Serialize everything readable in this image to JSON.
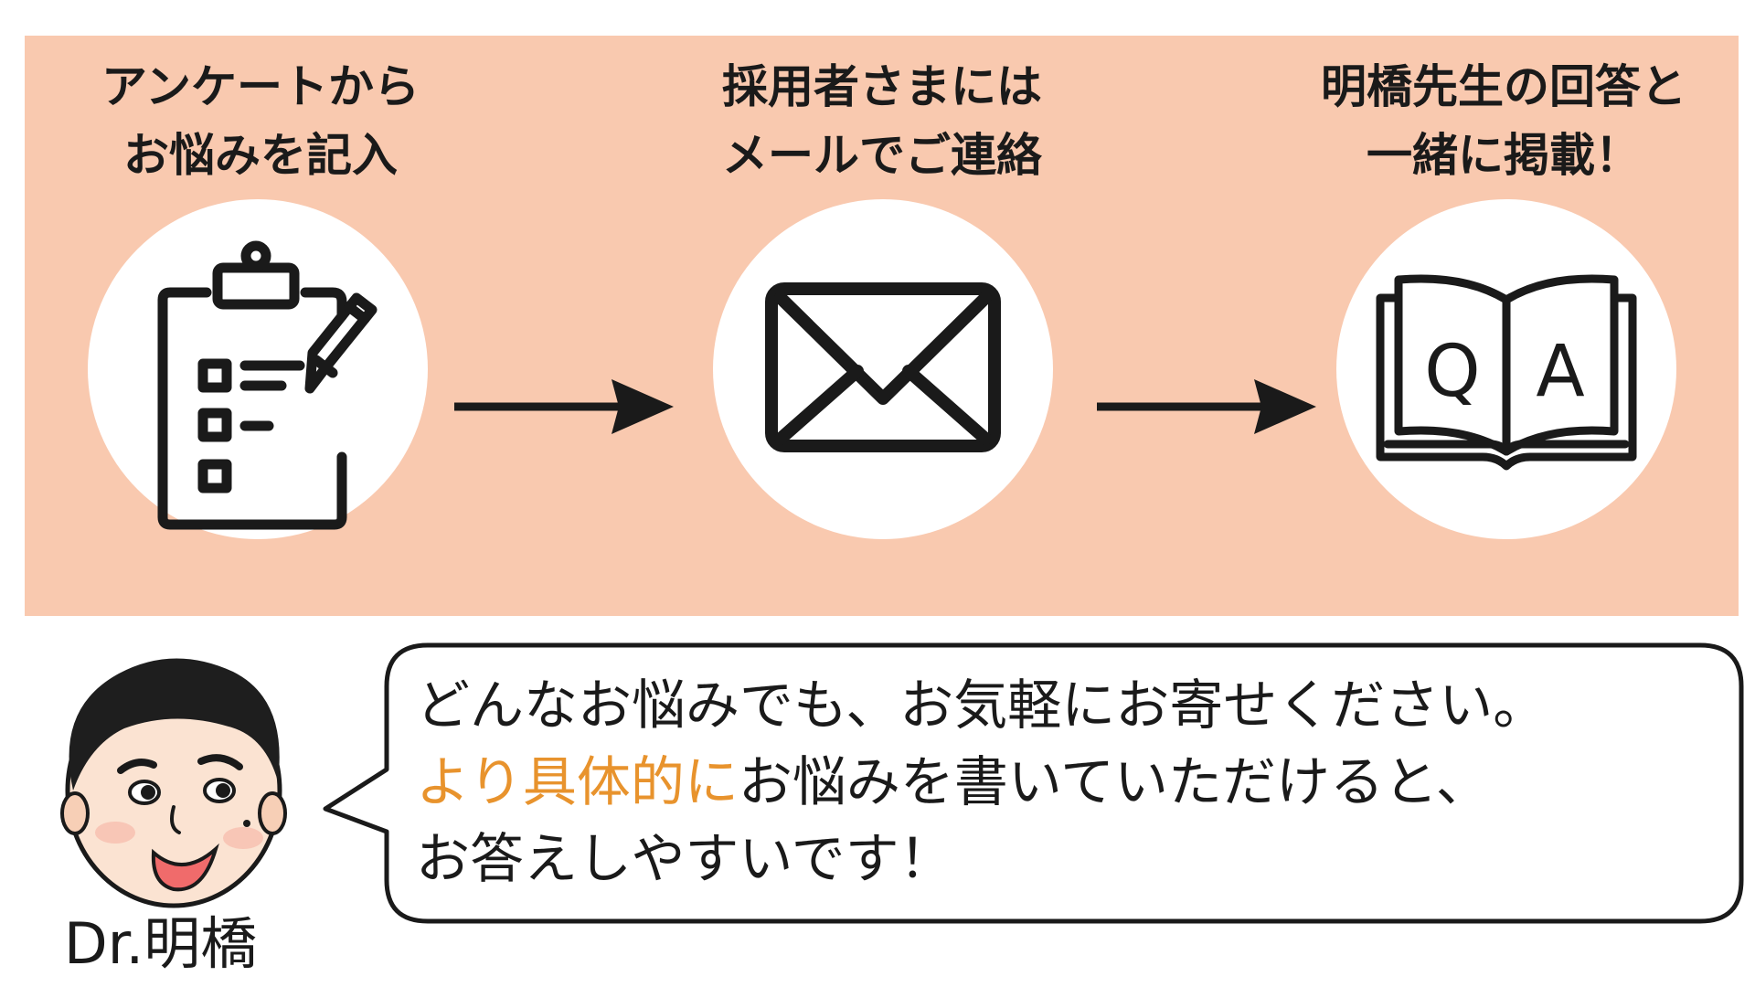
{
  "steps": [
    {
      "line1": "アンケートから",
      "line2": "お悩みを記入",
      "icon": "clipboard-checklist-icon"
    },
    {
      "line1": "採用者さまには",
      "line2": "メールでご連絡",
      "icon": "mail-envelope-icon"
    },
    {
      "line1": "明橋先生の回答と",
      "line2": "一緒に掲載！",
      "icon": "qa-book-icon",
      "q": "Q",
      "a": "A"
    }
  ],
  "speaker": {
    "name": "Dr.明橋"
  },
  "bubble": {
    "line1": "どんなお悩みでも、お気軽にお寄せください。",
    "line2_highlight": "より具体的に",
    "line2_rest": "お悩みを書いていただけると、",
    "line3": "お答えしやすいです！"
  },
  "colors": {
    "panel": "#f9c9af",
    "highlight": "#e8932d",
    "ink": "#1a1a1a"
  }
}
